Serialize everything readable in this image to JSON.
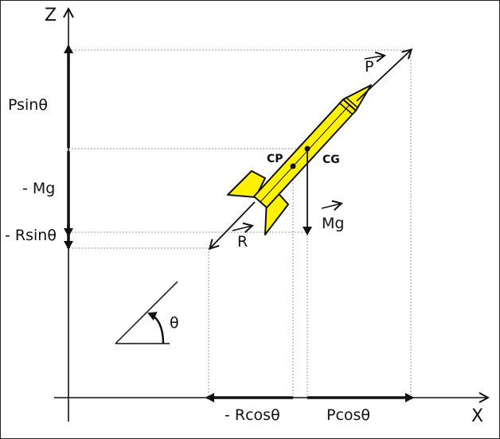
{
  "axes": {
    "z_label": "Z",
    "x_label": "X"
  },
  "vectors": {
    "thrust": "P",
    "weight": "Mg",
    "drag": "R"
  },
  "points": {
    "center_of_pressure": "CP",
    "center_of_gravity": "CG"
  },
  "components": {
    "thrust_vertical": "Psinθ",
    "weight_vertical": "- Mg",
    "drag_vertical": "- Rsinθ",
    "drag_horizontal": "- Rcosθ",
    "thrust_horizontal": "Pcosθ"
  },
  "angle_label": "θ",
  "colors": {
    "rocket_body": "#fff200",
    "ink": "#111111",
    "guide": "#999999"
  }
}
